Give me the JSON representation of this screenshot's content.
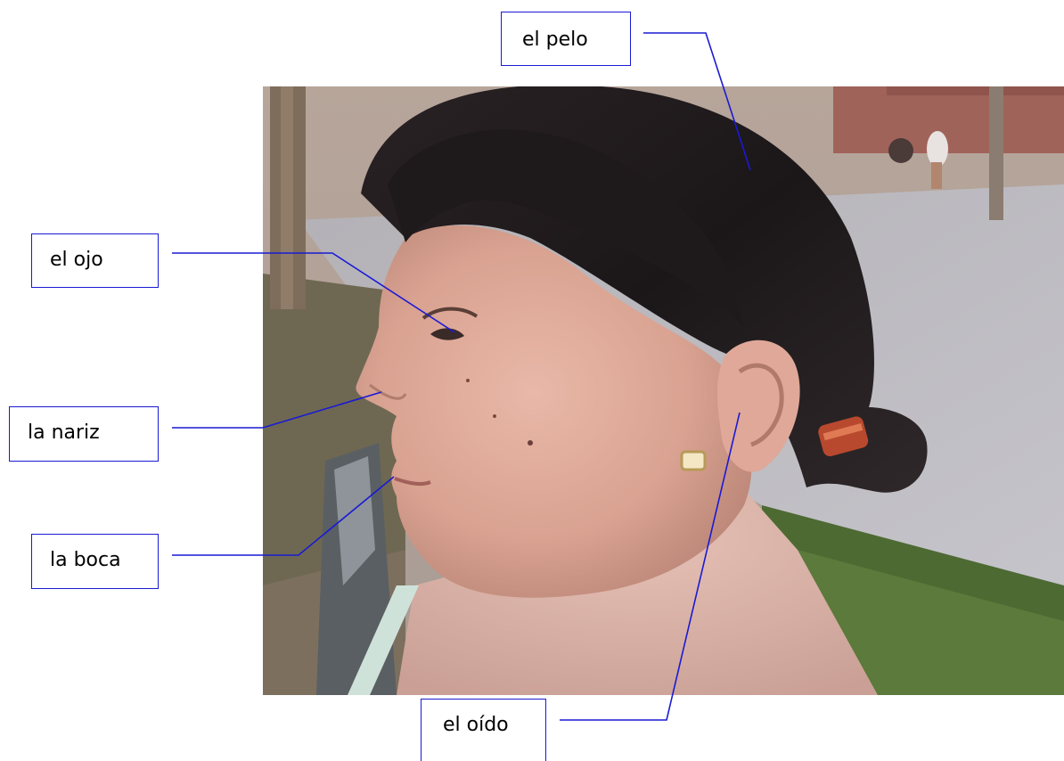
{
  "labels": {
    "pelo": "el pelo",
    "ojo": "el ojo",
    "nariz": "la nariz",
    "boca": "la boca",
    "oido": "el oído"
  },
  "colors": {
    "leader_line": "#1a1ad4",
    "label_border": "#1a1ad4",
    "background": "#ffffff"
  }
}
